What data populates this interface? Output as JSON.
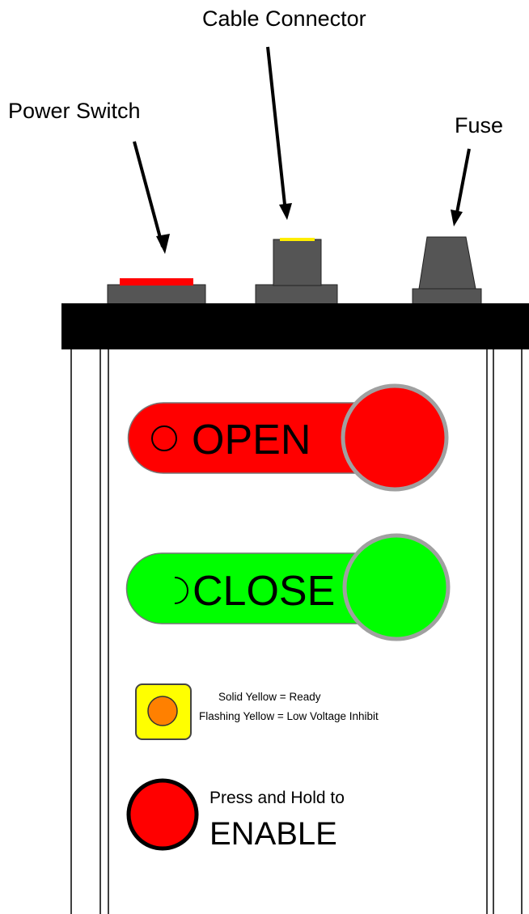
{
  "callouts": {
    "cable_connector": "Cable Connector",
    "power_switch": "Power Switch",
    "fuse": "Fuse"
  },
  "buttons": {
    "open_label": "OPEN",
    "close_label": "CLOSE"
  },
  "indicator": {
    "solid_text": "Solid Yellow = Ready",
    "flashing_text": "Flashing Yellow = Low Voltage Inhibit"
  },
  "enable": {
    "instruction": "Press and Hold to",
    "label": "ENABLE"
  },
  "colors": {
    "open_red": "#ff0000",
    "close_green": "#00ff00",
    "indicator_yellow": "#ffff00",
    "indicator_orange": "#ff8000",
    "body_black": "#000000",
    "component_gray": "#555555",
    "knob_rim": "#a0a0a0"
  }
}
